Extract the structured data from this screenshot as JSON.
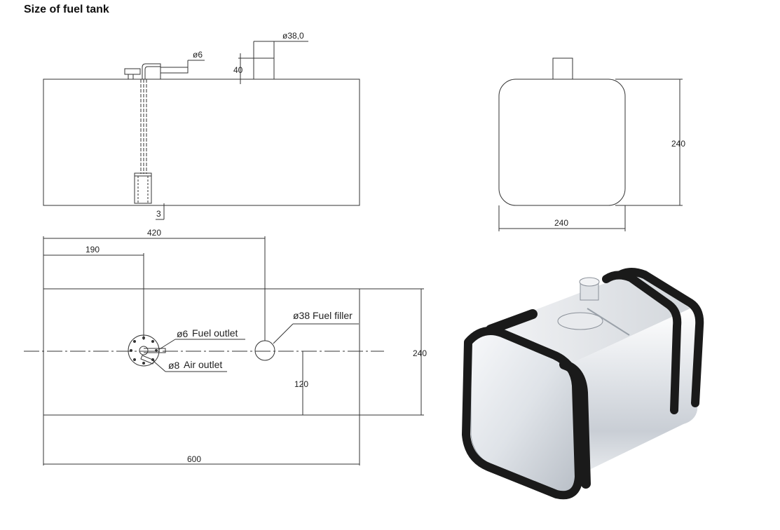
{
  "title": "Size of fuel tank",
  "side_view": {
    "filler_diameter": "ø38,0",
    "filler_height": "40",
    "pipe_diameter": "ø6",
    "pipe_clearance": "3"
  },
  "end_view": {
    "height": "240",
    "width": "240"
  },
  "top_view": {
    "length_to_filler": "420",
    "length_to_outlet": "190",
    "total_length": "600",
    "height": "240",
    "center_offset": "120",
    "fuel_outlet_dia": "ø6",
    "fuel_outlet_label": "Fuel outlet",
    "air_outlet_dia": "ø8",
    "air_outlet_label": "Air outlet",
    "filler_dia": "ø38",
    "filler_label": "Fuel filler"
  },
  "colors": {
    "line": "#333333",
    "strap": "#1a1a1a",
    "tank_metal": "#d9dde2"
  }
}
